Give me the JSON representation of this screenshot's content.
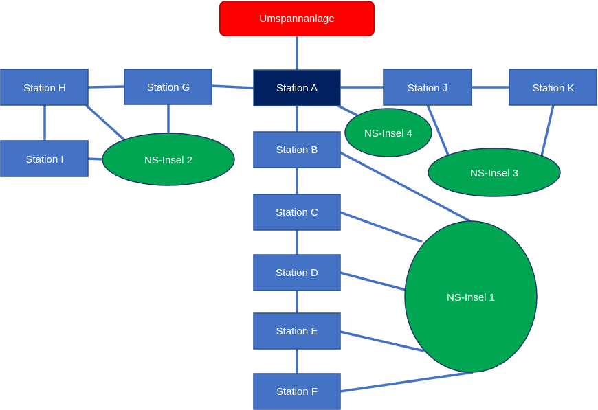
{
  "colors": {
    "edge": "#4472c4",
    "station_fill": "#4472c4",
    "station_stroke": "#2f528f",
    "root_station_fill": "#002060",
    "substation_fill": "#ff0000",
    "substation_stroke": "#c00000",
    "island_fill": "#00a651",
    "island_stroke": "#1f3864",
    "text": "#ffffff"
  },
  "nodes": {
    "umspannanlage": "Umspannanlage",
    "station_a": "Station A",
    "station_b": "Station B",
    "station_c": "Station C",
    "station_d": "Station D",
    "station_e": "Station E",
    "station_f": "Station F",
    "station_g": "Station G",
    "station_h": "Station H",
    "station_i": "Station I",
    "station_j": "Station J",
    "station_k": "Station K",
    "ns_insel_1": "NS-Insel 1",
    "ns_insel_2": "NS-Insel 2",
    "ns_insel_3": "NS-Insel 3",
    "ns_insel_4": "NS-Insel 4"
  },
  "edges": [
    [
      "umspannanlage",
      "station_a"
    ],
    [
      "station_a",
      "station_g"
    ],
    [
      "station_g",
      "station_h"
    ],
    [
      "station_h",
      "station_i"
    ],
    [
      "station_h",
      "ns_insel_2"
    ],
    [
      "station_g",
      "ns_insel_2"
    ],
    [
      "station_i",
      "ns_insel_2"
    ],
    [
      "station_a",
      "station_j"
    ],
    [
      "station_j",
      "station_k"
    ],
    [
      "station_j",
      "ns_insel_3"
    ],
    [
      "station_k",
      "ns_insel_3"
    ],
    [
      "station_a",
      "ns_insel_4"
    ],
    [
      "station_a",
      "station_b"
    ],
    [
      "station_b",
      "station_c"
    ],
    [
      "station_c",
      "station_d"
    ],
    [
      "station_d",
      "station_e"
    ],
    [
      "station_e",
      "station_f"
    ],
    [
      "station_b",
      "ns_insel_1"
    ],
    [
      "station_c",
      "ns_insel_1"
    ],
    [
      "station_d",
      "ns_insel_1"
    ],
    [
      "station_e",
      "ns_insel_1"
    ],
    [
      "station_f",
      "ns_insel_1"
    ]
  ]
}
